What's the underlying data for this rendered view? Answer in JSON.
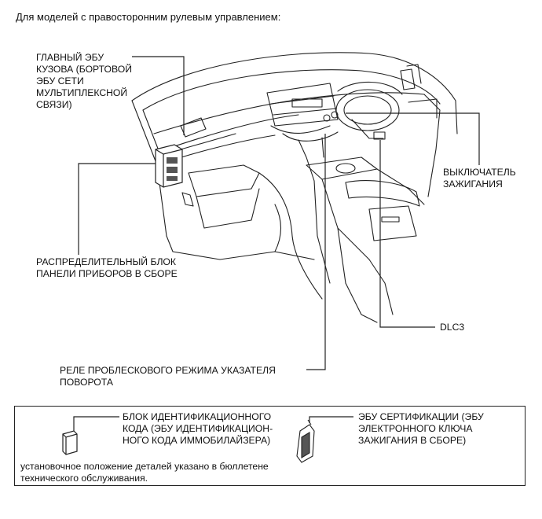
{
  "heading": "Для моделей с правосторонним рулевым управлением:",
  "labels": {
    "body_ecu": "ГЛАВНЫЙ ЭБУ\nКУЗОВА (БОРТОВОЙ\nЭБУ СЕТИ\nМУЛЬТИПЛЕКСНОЙ\nСВЯЗИ)",
    "ignition_switch": "ВЫКЛЮЧАТЕЛЬ\nЗАЖИГАНИЯ",
    "junction_block": "РАСПРЕДЕЛИТЕЛЬНЫЙ БЛОК\nПАНЕЛИ ПРИБОРОВ В СБОРЕ",
    "dlc3": "DLC3",
    "flasher_relay": "РЕЛЕ ПРОБЛЕСКОВОГО РЕЖИМА УКАЗАТЕЛЯ\nПОВОРОТА"
  },
  "legend": {
    "id_code_box": "БЛОК ИДЕНТИФИКАЦИОННОГО\nКОДА (ЭБУ ИДЕНТИФИКАЦИОН-\nНОГО КОДА ИММОБИЛАЙЗЕРА)",
    "certification_ecu": "ЭБУ СЕРТИФИКАЦИИ (ЭБУ\nЭЛЕКТРОННОГО КЛЮЧА\nЗАЖИГАНИЯ В СБОРЕ)",
    "note": "установочное положение деталей указано в бюллетене\nтехнического обслуживания."
  }
}
